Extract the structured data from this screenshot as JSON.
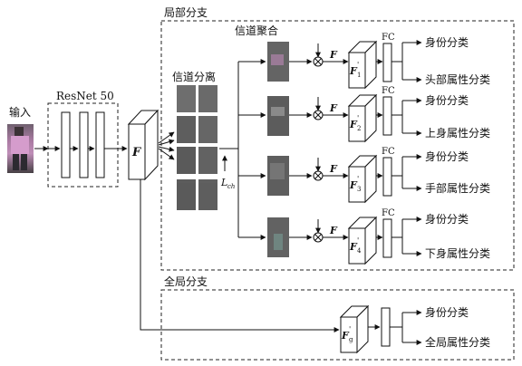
{
  "input_label": "输入",
  "backbone_label": "ResNet 50",
  "feature_symbol": "F",
  "channel_split_label": "信道分离",
  "channel_agg_label": "信道聚合",
  "loss_symbol": "L",
  "loss_subscript": "ch",
  "local_branch_label": "局部分支",
  "global_branch_label": "全局分支",
  "fc_label": "FC",
  "local_parts": [
    {
      "feature": "F",
      "sub": "1",
      "sup": "'",
      "id_label": "身份分类",
      "attr_label": "头部属性分类"
    },
    {
      "feature": "F",
      "sub": "2",
      "sup": "'",
      "id_label": "身份分类",
      "attr_label": "上身属性分类"
    },
    {
      "feature": "F",
      "sub": "3",
      "sup": "'",
      "id_label": "身份分类",
      "attr_label": "手部属性分类"
    },
    {
      "feature": "F",
      "sub": "4",
      "sup": "'",
      "id_label": "身份分类",
      "attr_label": "下身属性分类"
    }
  ],
  "global_part": {
    "feature": "F",
    "sub": "g",
    "sup": "'",
    "id_label": "身份分类",
    "attr_label": "全局属性分类"
  },
  "multiply_symbol": "⊗"
}
